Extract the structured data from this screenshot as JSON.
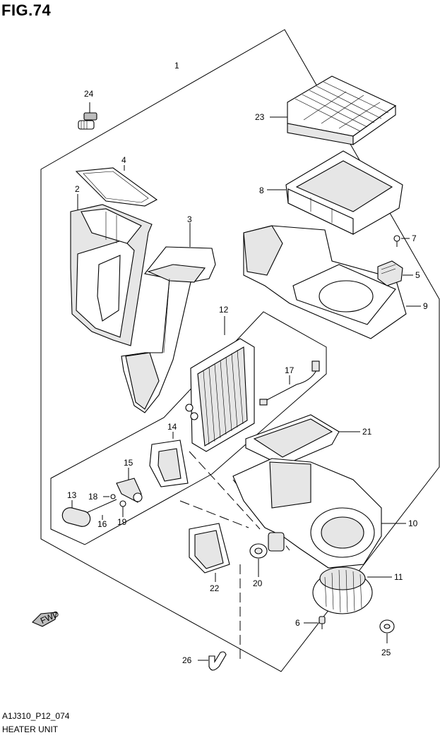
{
  "figure": {
    "title": "FIG.74",
    "code": "A1J310_P12_074",
    "name": "HEATER UNIT",
    "fwd_label": "FWD"
  },
  "callouts": {
    "c1": "1",
    "c2": "2",
    "c3": "3",
    "c4": "4",
    "c5": "5",
    "c6": "6",
    "c7": "7",
    "c8": "8",
    "c9": "9",
    "c10": "10",
    "c11": "11",
    "c12": "12",
    "c13": "13",
    "c14": "14",
    "c15": "15",
    "c16": "16",
    "c17": "17",
    "c18": "18",
    "c19": "19",
    "c20": "20",
    "c21": "21",
    "c22": "22",
    "c23": "23",
    "c24": "24",
    "c25": "25",
    "c26": "26"
  },
  "parts": [
    {
      "no": "1",
      "icon": "heater-unit-assembly-icon"
    },
    {
      "no": "2",
      "icon": "duct-icon"
    },
    {
      "no": "3",
      "icon": "duct-icon"
    },
    {
      "no": "4",
      "icon": "seal-ring-icon"
    },
    {
      "no": "5",
      "icon": "resistor-icon"
    },
    {
      "no": "6",
      "icon": "screw-icon"
    },
    {
      "no": "7",
      "icon": "screw-icon"
    },
    {
      "no": "8",
      "icon": "filter-case-icon"
    },
    {
      "no": "9",
      "icon": "upper-case-icon"
    },
    {
      "no": "10",
      "icon": "blower-case-icon"
    },
    {
      "no": "11",
      "icon": "blower-motor-icon"
    },
    {
      "no": "12",
      "icon": "evaporator-icon"
    },
    {
      "no": "13",
      "icon": "grommet-icon"
    },
    {
      "no": "14",
      "icon": "seal-icon"
    },
    {
      "no": "15",
      "icon": "expansion-valve-icon"
    },
    {
      "no": "16",
      "icon": "bolt-icon"
    },
    {
      "no": "17",
      "icon": "sensor-icon"
    },
    {
      "no": "18",
      "icon": "o-ring-icon"
    },
    {
      "no": "19",
      "icon": "o-ring-icon"
    },
    {
      "no": "20",
      "icon": "actuator-icon"
    },
    {
      "no": "21",
      "icon": "drain-tray-icon"
    },
    {
      "no": "22",
      "icon": "seal-icon"
    },
    {
      "no": "23",
      "icon": "air-filter-icon"
    },
    {
      "no": "24",
      "icon": "bolt-icon"
    },
    {
      "no": "25",
      "icon": "nut-icon"
    },
    {
      "no": "26",
      "icon": "drain-hose-icon"
    }
  ]
}
